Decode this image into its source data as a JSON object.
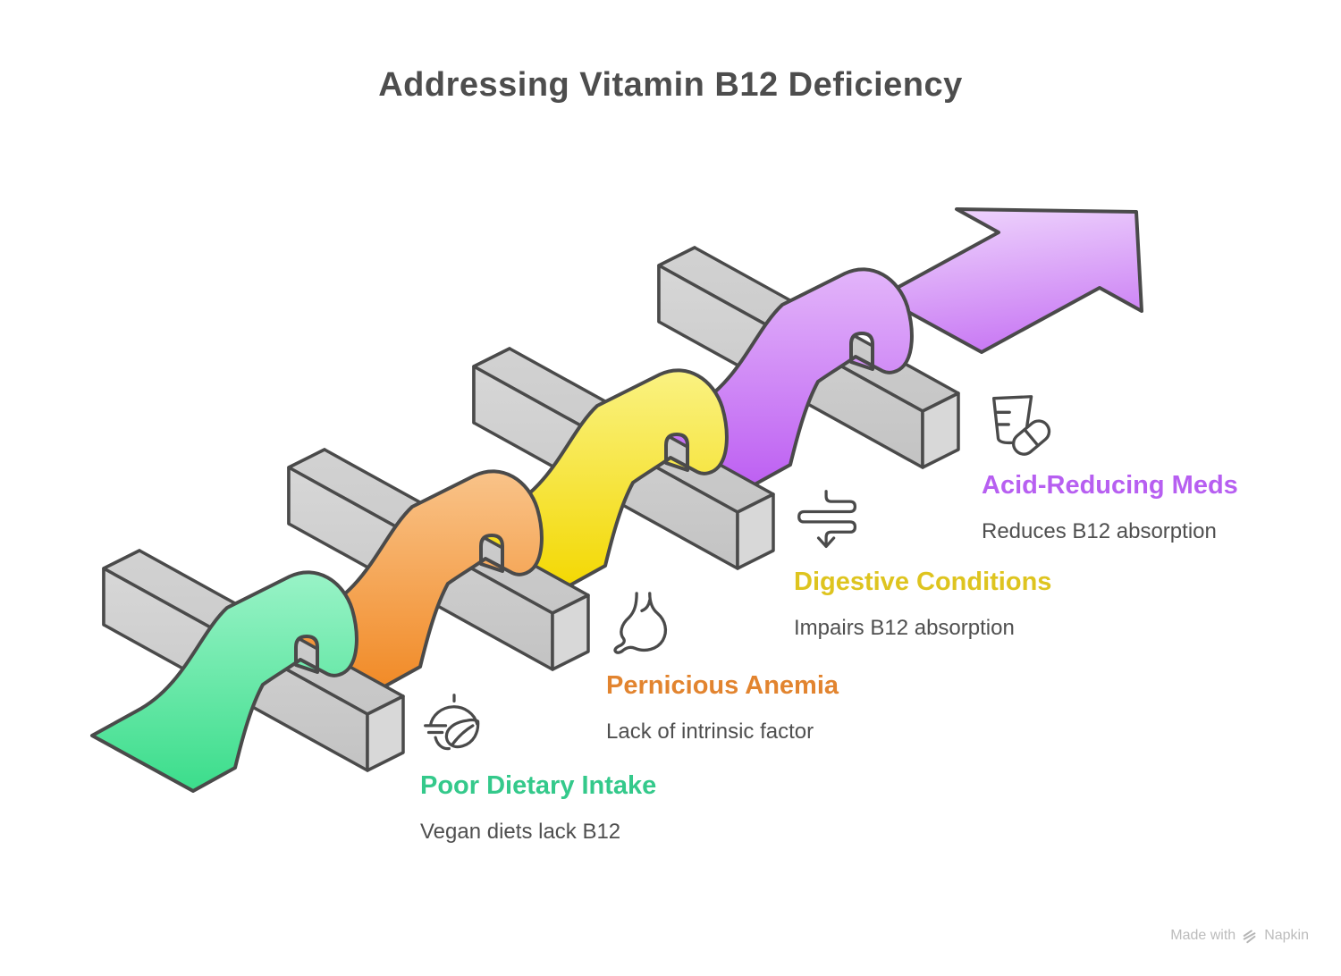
{
  "title": "Addressing Vitamin B12 Deficiency",
  "steps": [
    {
      "label": "Poor Dietary Intake",
      "description": "Vegan diets lack B12",
      "color": "#34c98b",
      "ribbon_color": "#3bdd8b",
      "icon": "cloche-leaf-icon"
    },
    {
      "label": "Pernicious Anemia",
      "description": "Lack of intrinsic factor",
      "color": "#e2842f",
      "ribbon_color": "#f18a26",
      "icon": "stomach-icon"
    },
    {
      "label": "Digestive Conditions",
      "description": "Impairs B12 absorption",
      "color": "#dec41f",
      "ribbon_color": "#f3d802",
      "icon": "intestine-arrow-icon"
    },
    {
      "label": "Acid-Reducing Meds",
      "description": "Reduces B12 absorption",
      "color": "#b75ff1",
      "ribbon_color": "#bd5ff2",
      "icon": "medicine-cup-pill-icon"
    }
  ],
  "colors": {
    "arrow": "#ca7cf4",
    "hurdle_gray": "#cccccc",
    "outline": "#4a4a4a",
    "title_text": "#4d4d4d",
    "description_text": "#4f4f4f",
    "watermark_text": "#bcbcbc"
  },
  "watermark": {
    "prefix": "Made with",
    "brand": "Napkin"
  }
}
